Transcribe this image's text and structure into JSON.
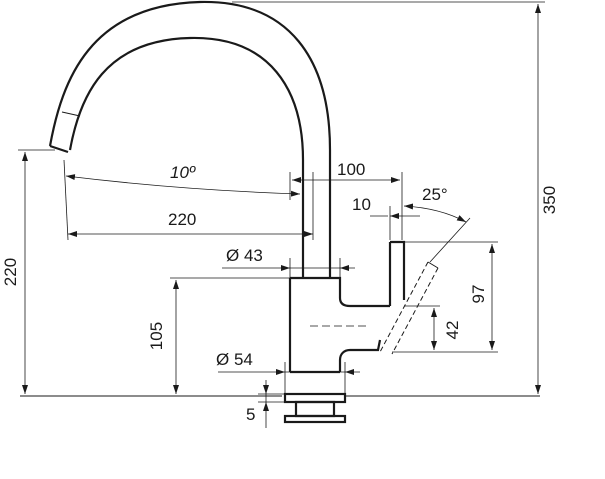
{
  "dimensions": {
    "overall_height": "350",
    "spout_height": "220",
    "spout_angle": "10º",
    "spout_reach": "220",
    "spout_offset": "100",
    "handle_offset": "10",
    "handle_angle": "25°",
    "spout_diameter": "Ø 43",
    "body_height": "105",
    "handle_height": "97",
    "handle_lower": "42",
    "base_diameter": "Ø 54",
    "base_thickness": "5"
  },
  "colors": {
    "line": "#1a1a1a",
    "background": "#ffffff"
  }
}
